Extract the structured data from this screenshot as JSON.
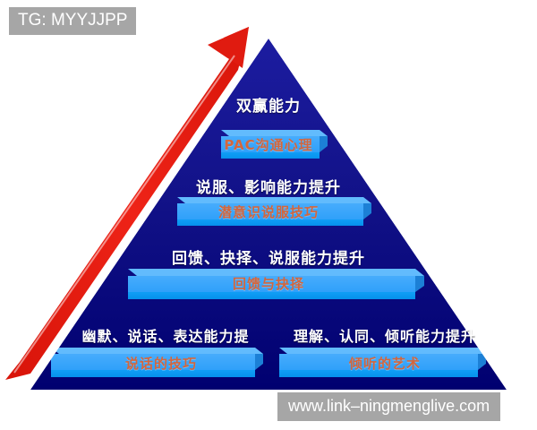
{
  "watermarks": {
    "top_left": "TG: MYYJJPP",
    "bottom_right": "www.link–ningmenglive.com"
  },
  "diagram": {
    "type": "pyramid",
    "arrow": {
      "name": "growth-arrow",
      "direction": "up-right",
      "color": "#E01B10"
    },
    "colors": {
      "pyramid_dark": "#13138C",
      "pyramid_navy": "#00007E",
      "bar_top": "#3EA8FB",
      "bar_front": "#0C9BF3",
      "bar_side": "#1E7FD4",
      "tier_title": "#FFFFFF",
      "bar_label": "#D4663C"
    },
    "tiers": [
      {
        "level": 1,
        "title": "双赢能力",
        "bars": [
          {
            "label": "PAC沟通心理"
          }
        ]
      },
      {
        "level": 2,
        "title": "说服、影响能力提升",
        "bars": [
          {
            "label": "潜意识说服技巧"
          }
        ]
      },
      {
        "level": 3,
        "title": "回馈、抉择、说服能力提升",
        "bars": [
          {
            "label": "回馈与抉择"
          }
        ]
      },
      {
        "level": 4,
        "title_left": "幽默、说话、表达能力提",
        "title_right": "理解、认同、倾听能力提升",
        "bars": [
          {
            "label": "说话的技巧"
          },
          {
            "label": "倾听的艺术"
          }
        ]
      }
    ]
  }
}
